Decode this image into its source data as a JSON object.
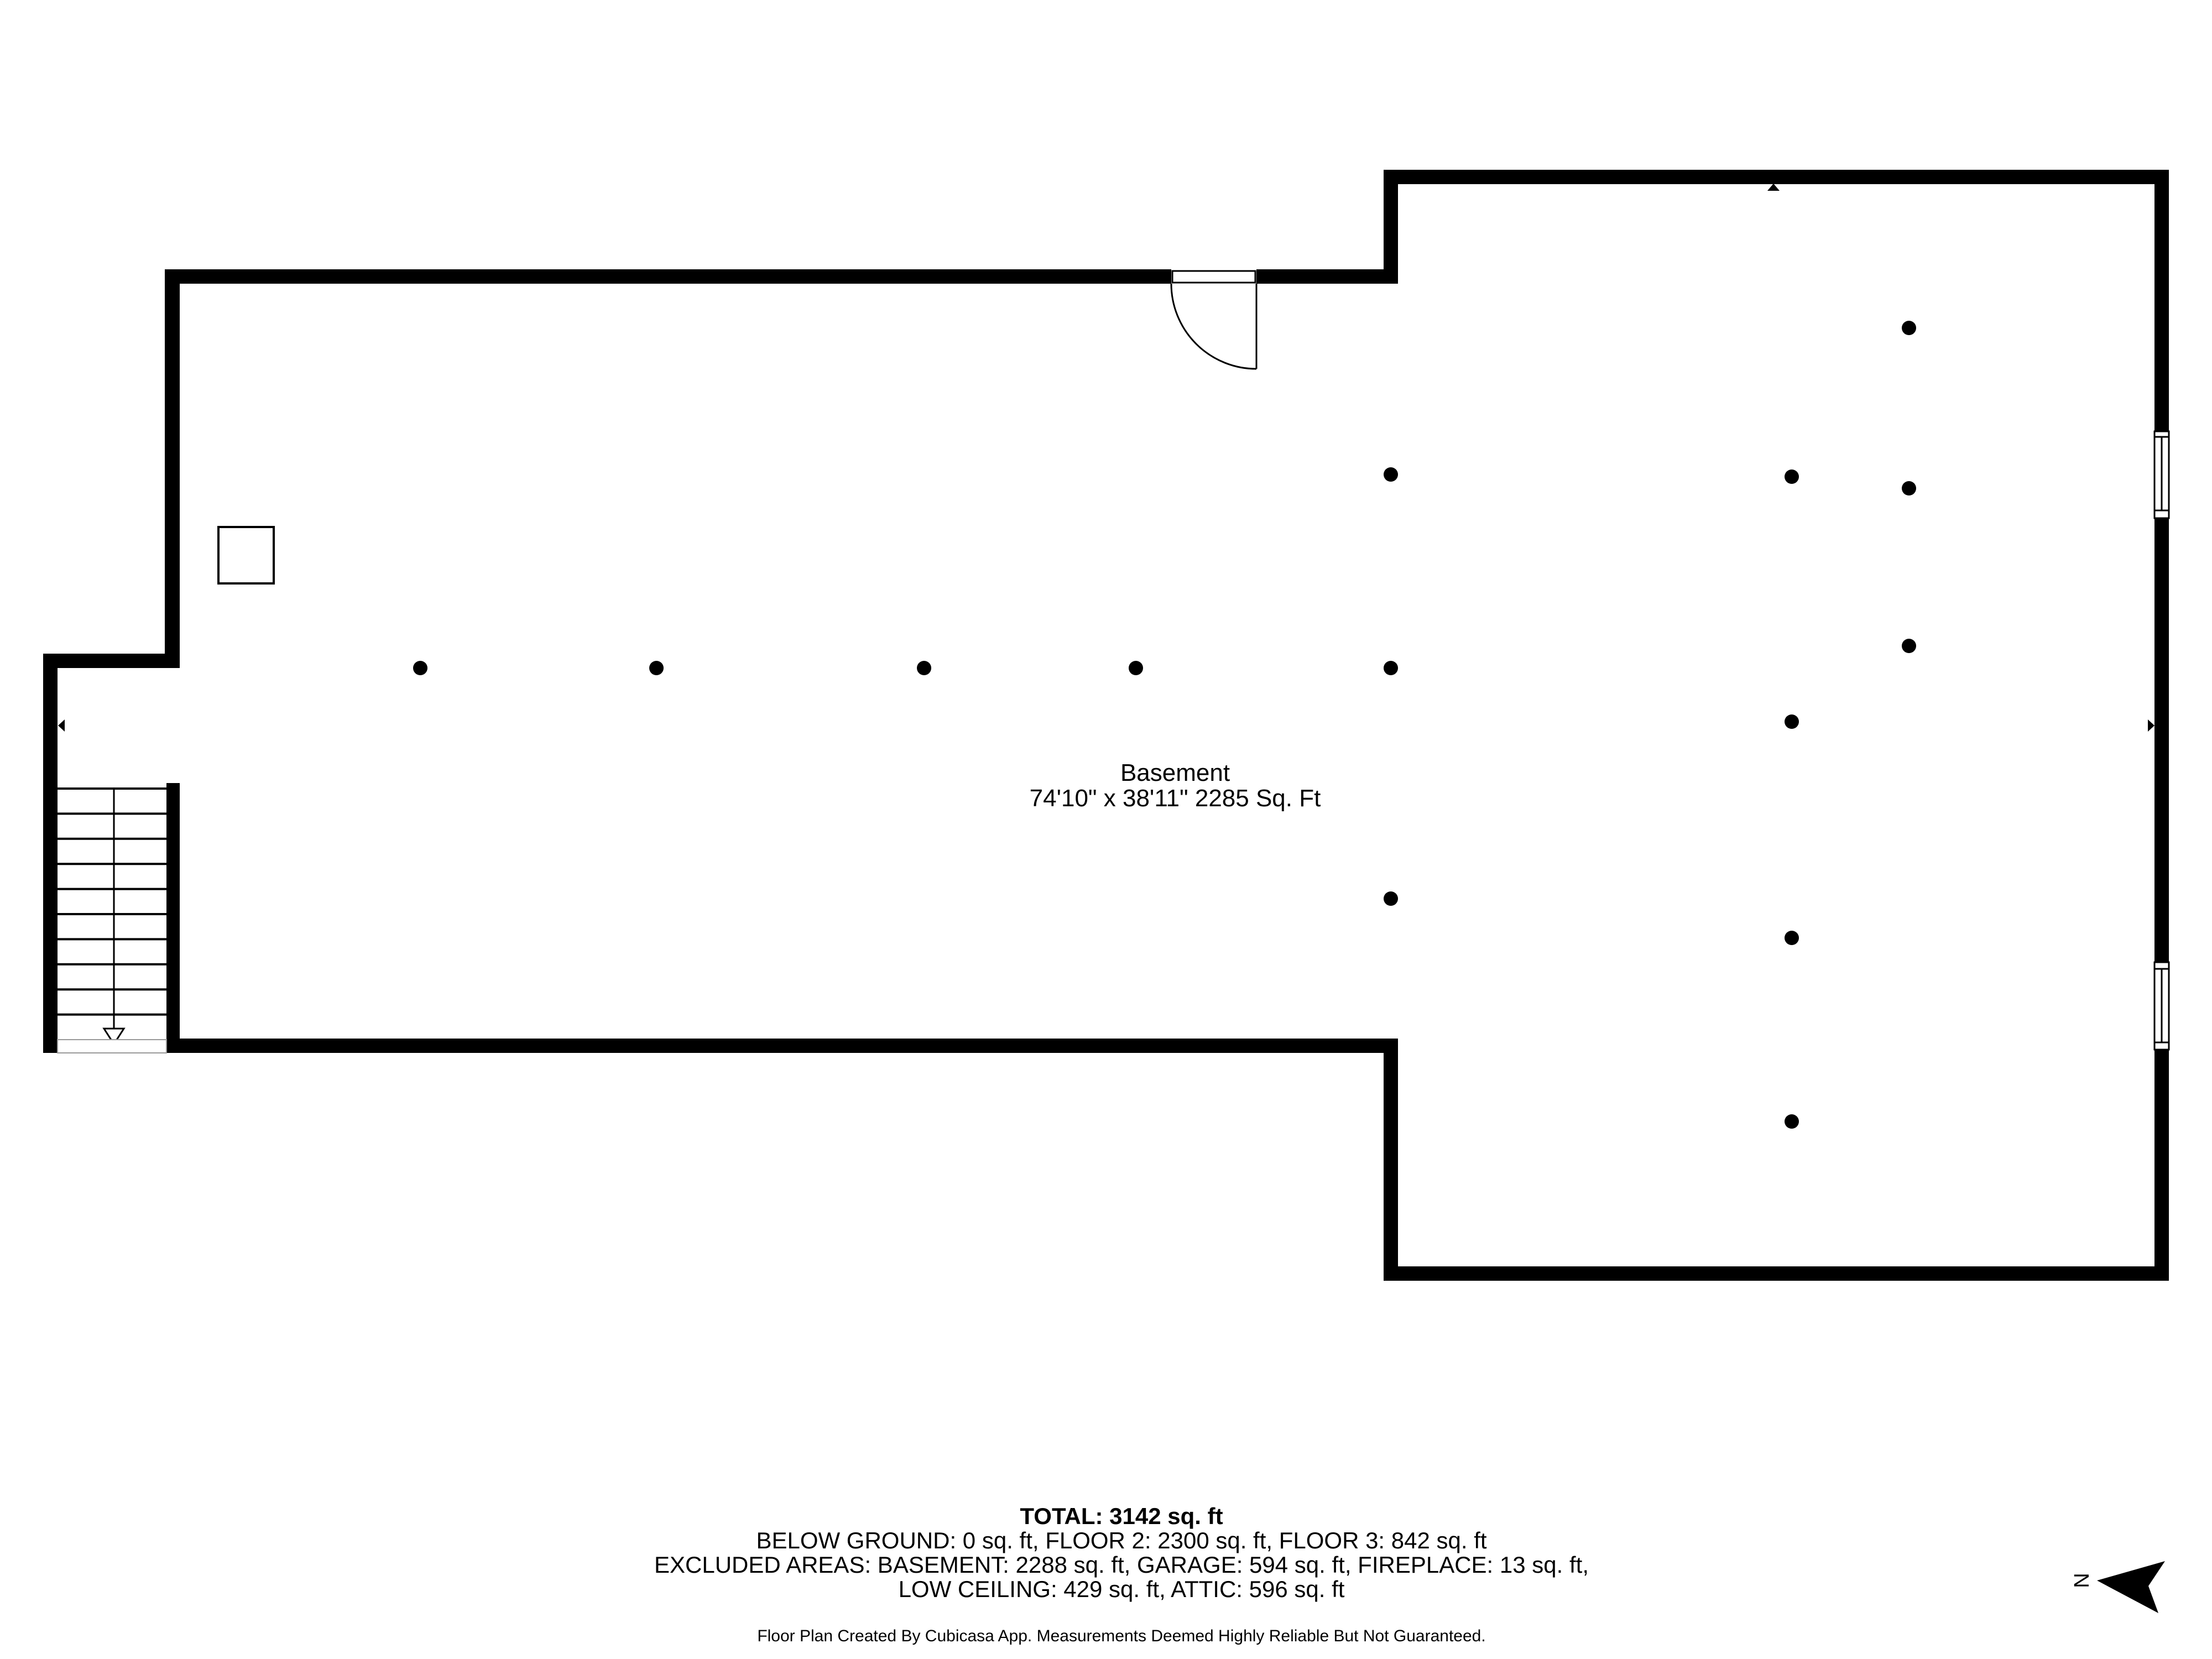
{
  "room": {
    "name": "Basement",
    "dimensions": "74'10\" x 38'11\" 2285 Sq. Ft"
  },
  "footer": {
    "total": "TOTAL: 3142 sq. ft",
    "floors": "BELOW GROUND: 0 sq. ft, FLOOR 2: 2300 sq. ft, FLOOR 3: 842 sq. ft",
    "excluded_1": "EXCLUDED AREAS: BASEMENT: 2288 sq. ft, GARAGE: 594 sq. ft, FIREPLACE: 13 sq. ft,",
    "excluded_2": "LOW CEILING: 429 sq. ft, ATTIC: 596 sq. ft",
    "disclaimer": "Floor Plan Created By Cubicasa App. Measurements Deemed Highly Reliable But Not Guaranteed."
  },
  "compass": {
    "north_label": "N"
  },
  "colors": {
    "wall": "#000000",
    "background": "#ffffff",
    "text": "#000000",
    "opening_outline": "#999999"
  },
  "support_columns": {
    "radius": 13,
    "points": [
      [
        760,
        1208
      ],
      [
        1187,
        1208
      ],
      [
        1671,
        1208
      ],
      [
        2054,
        1208
      ],
      [
        2515,
        858
      ],
      [
        2515,
        1208
      ],
      [
        2515,
        1625
      ],
      [
        3240,
        862
      ],
      [
        3240,
        1305
      ],
      [
        3240,
        1696
      ],
      [
        3240,
        2028
      ],
      [
        3452,
        593
      ],
      [
        3452,
        883
      ],
      [
        3452,
        1168
      ]
    ]
  },
  "stairs": {
    "tread_count": 10,
    "direction": "down"
  }
}
